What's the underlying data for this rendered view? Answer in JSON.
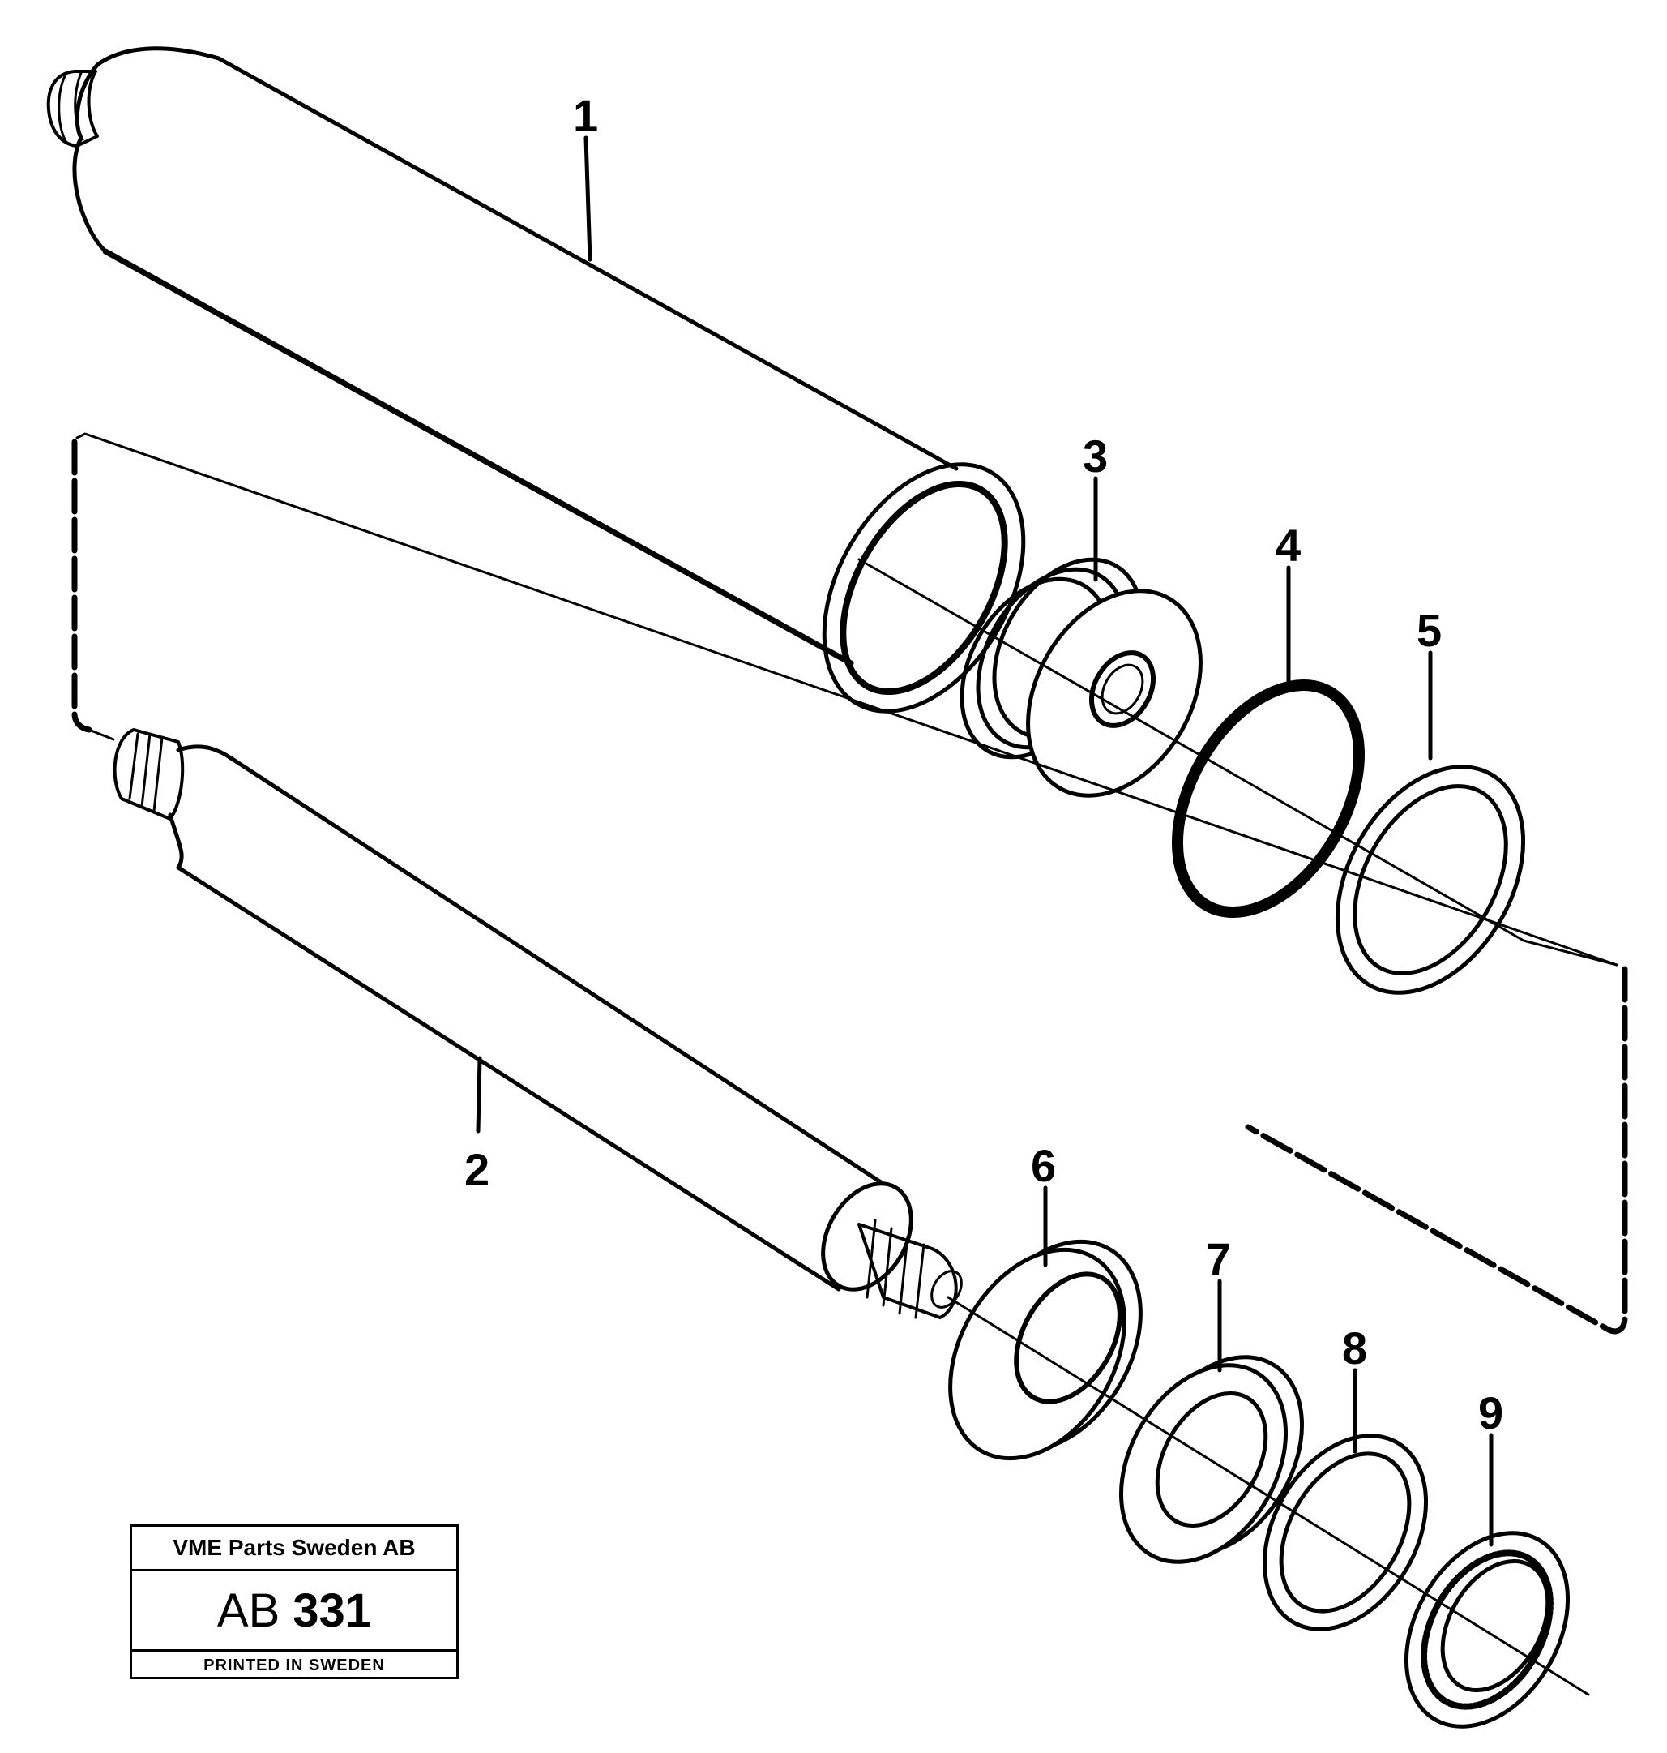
{
  "diagram": {
    "callouts": [
      {
        "id": "1",
        "label": "1"
      },
      {
        "id": "2",
        "label": "2"
      },
      {
        "id": "3",
        "label": "3"
      },
      {
        "id": "4",
        "label": "4"
      },
      {
        "id": "5",
        "label": "5"
      },
      {
        "id": "6",
        "label": "6"
      },
      {
        "id": "7",
        "label": "7"
      },
      {
        "id": "8",
        "label": "8"
      },
      {
        "id": "9",
        "label": "9"
      }
    ]
  },
  "stamp": {
    "company": "VME Parts Sweden AB",
    "code_prefix": "AB",
    "code_number": "331",
    "printed": "PRINTED IN SWEDEN"
  }
}
